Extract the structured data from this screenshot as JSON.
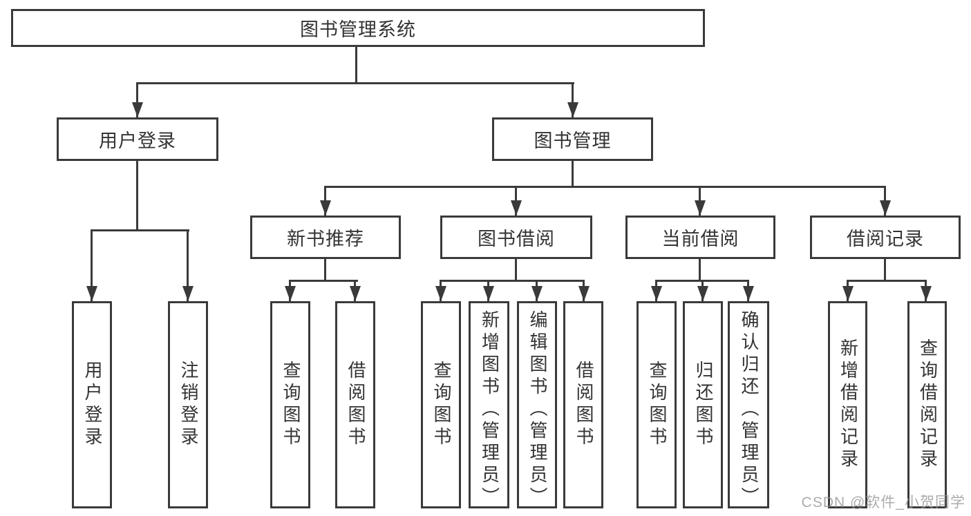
{
  "colors": {
    "line": "#3a3a3a",
    "text": "#333333",
    "background": "#ffffff",
    "watermark": "#969696"
  },
  "watermark": {
    "text": "CSDN @软件_小贺同学"
  },
  "diagram": {
    "root": {
      "label": "图书管理系统"
    },
    "branches": [
      {
        "label": "用户登录",
        "leaves": [
          "用户登录",
          "注销登录"
        ]
      },
      {
        "label": "图书管理",
        "groups": [
          {
            "label": "新书推荐",
            "leaves": [
              "查询图书",
              "借阅图书"
            ]
          },
          {
            "label": "图书借阅",
            "leaves": [
              "查询图书",
              "新增图书（管理员）",
              "编辑图书（管理员）",
              "借阅图书"
            ]
          },
          {
            "label": "当前借阅",
            "leaves": [
              "查询图书",
              "归还图书",
              "确认归还（管理员）"
            ]
          },
          {
            "label": "借阅记录",
            "leaves": [
              "新增借阅记录",
              "查询借阅记录"
            ]
          }
        ]
      }
    ]
  }
}
